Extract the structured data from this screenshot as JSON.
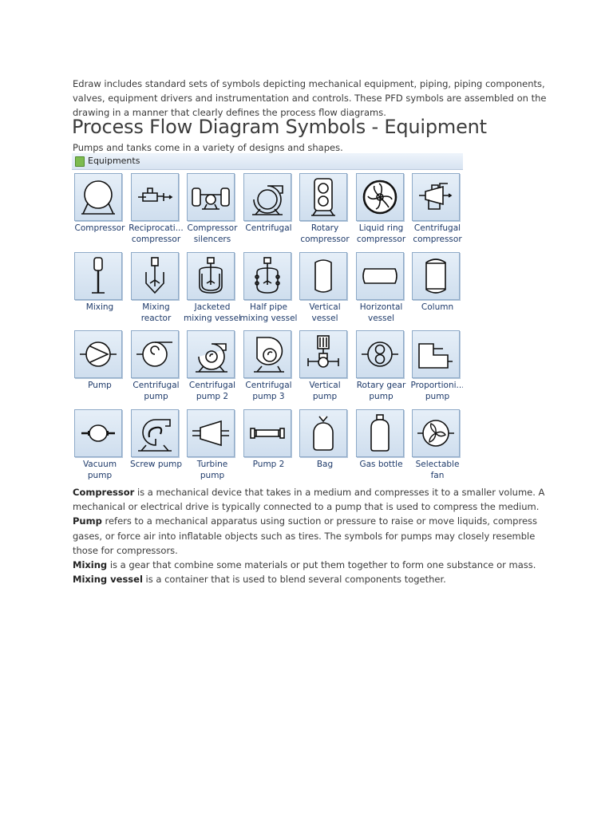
{
  "intro": "Edraw includes standard sets of symbols depicting mechanical equipment, piping, piping components, valves, equipment drivers and instrumentation and controls. These PFD symbols are assembled on the drawing in a manner that clearly defines the process flow diagrams.",
  "title": "Process Flow Diagram Symbols - Equipment",
  "subtitle": "Pumps and tanks come in a variety of designs and shapes.",
  "panel": {
    "title": "Equipments",
    "items": [
      {
        "label": "Compressor",
        "icon": "compressor-icon"
      },
      {
        "label": "Reciprocati...\ncompressor",
        "icon": "reciprocating-compressor-icon"
      },
      {
        "label": "Compressor\nsilencers",
        "icon": "compressor-silencers-icon"
      },
      {
        "label": "Centrifugal",
        "icon": "centrifugal-icon"
      },
      {
        "label": "Rotary\ncompressor",
        "icon": "rotary-compressor-icon"
      },
      {
        "label": "Liquid ring\ncompressor",
        "icon": "liquid-ring-compressor-icon"
      },
      {
        "label": "Centrifugal\ncompressor",
        "icon": "centrifugal-compressor-icon"
      },
      {
        "label": "Mixing",
        "icon": "mixing-icon"
      },
      {
        "label": "Mixing\nreactor",
        "icon": "mixing-reactor-icon"
      },
      {
        "label": "Jacketed\nmixing vessel",
        "icon": "jacketed-mixing-vessel-icon"
      },
      {
        "label": "Half pipe\nmixing vessel",
        "icon": "half-pipe-mixing-vessel-icon"
      },
      {
        "label": "Vertical\nvessel",
        "icon": "vertical-vessel-icon"
      },
      {
        "label": "Horizontal\nvessel",
        "icon": "horizontal-vessel-icon"
      },
      {
        "label": "Column",
        "icon": "column-icon"
      },
      {
        "label": "Pump",
        "icon": "pump-icon"
      },
      {
        "label": "Centrifugal\npump",
        "icon": "centrifugal-pump-icon"
      },
      {
        "label": "Centrifugal\npump 2",
        "icon": "centrifugal-pump-2-icon"
      },
      {
        "label": "Centrifugal\npump 3",
        "icon": "centrifugal-pump-3-icon"
      },
      {
        "label": "Vertical\npump",
        "icon": "vertical-pump-icon"
      },
      {
        "label": "Rotary gear\npump",
        "icon": "rotary-gear-pump-icon"
      },
      {
        "label": "Proportioni...\npump",
        "icon": "proportioning-pump-icon"
      },
      {
        "label": "Vacuum\npump",
        "icon": "vacuum-pump-icon"
      },
      {
        "label": "Screw pump",
        "icon": "screw-pump-icon"
      },
      {
        "label": "Turbine\npump",
        "icon": "turbine-pump-icon"
      },
      {
        "label": "Pump 2",
        "icon": "pump-2-icon"
      },
      {
        "label": "Bag",
        "icon": "bag-icon"
      },
      {
        "label": "Gas bottle",
        "icon": "gas-bottle-icon"
      },
      {
        "label": "Selectable\nfan",
        "icon": "selectable-fan-icon"
      }
    ]
  },
  "descriptions": [
    {
      "term": "Compressor",
      "text": " is a mechanical device that takes in a medium and compresses it to a smaller volume. A mechanical or electrical drive is typically connected to a pump that is used to compress the medium."
    },
    {
      "term": "Pump",
      "text": " refers to a mechanical apparatus using suction or pressure to raise or move liquids, compress gases, or force air into inflatable objects such as tires. The symbols for pumps may closely resemble those for compressors."
    },
    {
      "term": "Mixing",
      "text": " is a gear that combine some materials or put them together to form one substance or mass."
    },
    {
      "term": "Mixing vessel",
      "text": " is a container that is used to blend several components together."
    }
  ]
}
